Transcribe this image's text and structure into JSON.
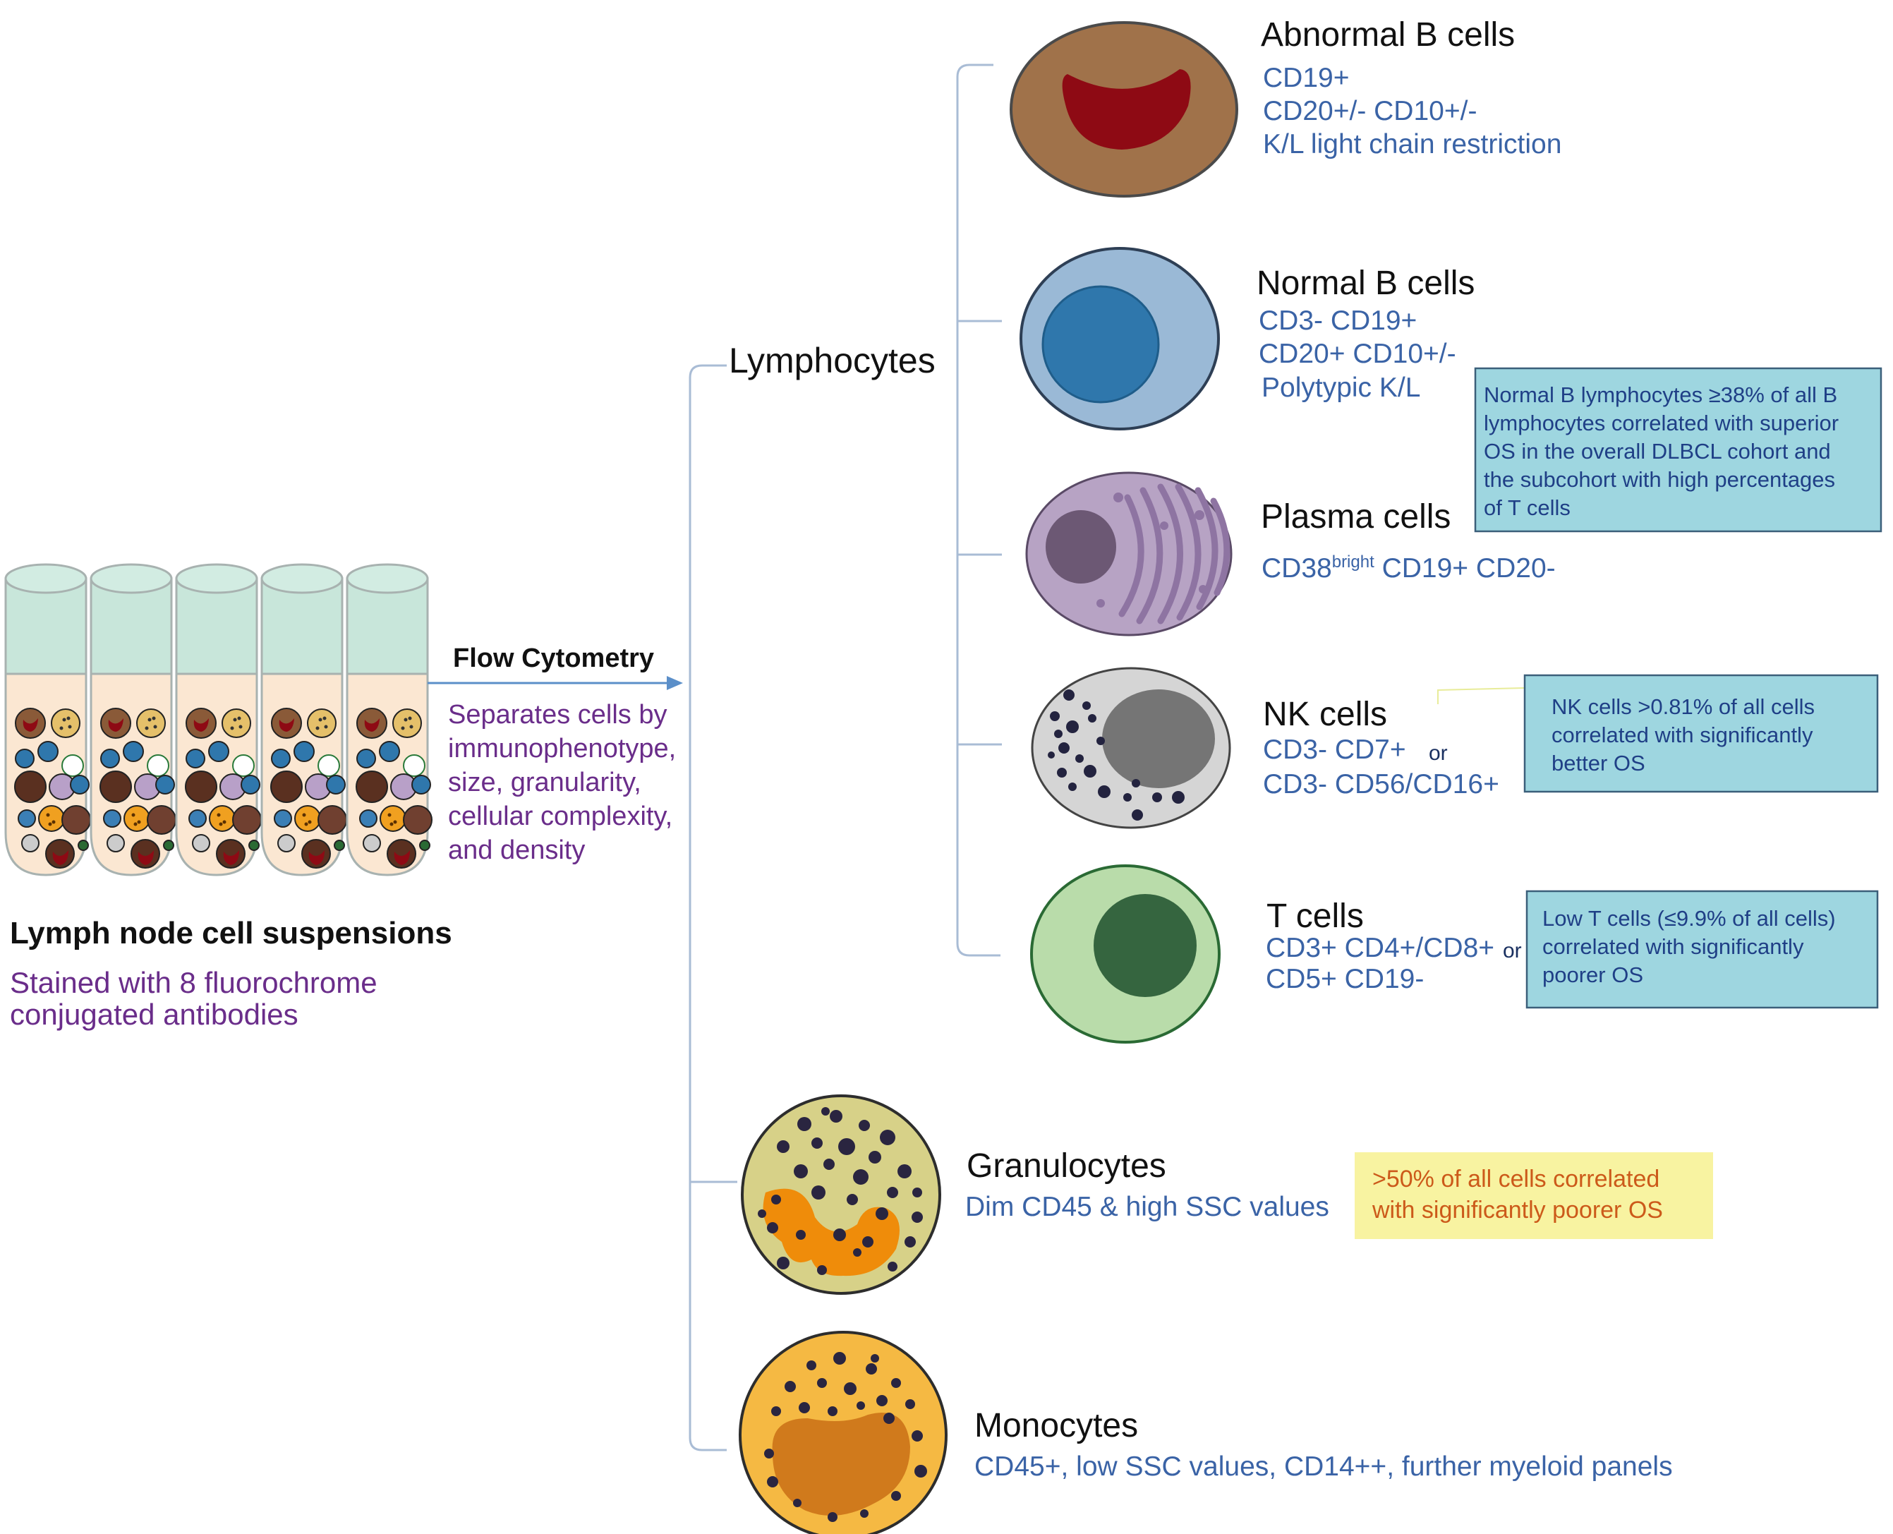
{
  "colors": {
    "bracket": "#a9bcd5",
    "arrow": "#5b8fc9",
    "blue_text": "#3a63a6",
    "purple_text": "#6a2d8a",
    "black_text": "#111111",
    "cyan_box": "#9ed6e0",
    "cyan_box_border": "#3b5f7a",
    "yellow_box": "#f8f3a1",
    "orange_text": "#cc5a1a"
  },
  "left": {
    "title": "Lymph node cell suspensions",
    "subtitle_line1": "Stained with 8 fluorochrome",
    "subtitle_line2": "conjugated antibodies",
    "tubes_icon": "test-tubes-with-cells"
  },
  "arrow": {
    "label": "Flow Cytometry",
    "desc_lines": [
      "Separates cells by",
      "immunophenotype,",
      "size, granularity,",
      "cellular complexity,",
      "and density"
    ]
  },
  "lymphocytes_label": "Lymphocytes",
  "cells": [
    {
      "id": "abnormal-b",
      "title": "Abnormal B cells",
      "icon": "abnormal-b-cell-icon",
      "markers": [
        "CD19+",
        "CD20+/-  CD10+/-",
        "K/L light chain restriction"
      ]
    },
    {
      "id": "normal-b",
      "title": "Normal B cells",
      "icon": "normal-b-cell-icon",
      "markers": [
        "CD3- CD19+",
        "CD20+ CD10+/-",
        "Polytypic K/L"
      ]
    },
    {
      "id": "plasma",
      "title": "Plasma cells",
      "icon": "plasma-cell-icon",
      "marker_main": "CD38",
      "marker_sup": "bright",
      "marker_rest": " CD19+ CD20-"
    },
    {
      "id": "nk",
      "title": "NK cells",
      "icon": "nk-cell-icon",
      "markers": [
        "CD3- CD7+",
        "CD3- CD56/CD16+"
      ],
      "or": "or"
    },
    {
      "id": "t",
      "title": "T cells",
      "icon": "t-cell-icon",
      "markers": [
        "CD3+ CD4+/CD8+",
        "CD5+ CD19-"
      ],
      "or": "or"
    },
    {
      "id": "granulocytes",
      "title": "Granulocytes",
      "icon": "granulocyte-icon",
      "markers": [
        "Dim CD45 & high SSC values"
      ]
    },
    {
      "id": "monocytes",
      "title": "Monocytes",
      "icon": "monocyte-icon",
      "markers": [
        "CD45+, low SSC values, CD14++, further myeloid panels"
      ]
    }
  ],
  "notes": {
    "normal_b": [
      "Normal B lymphocytes ≥38% of all B",
      "lymphocytes correlated with superior",
      "OS in the overall DLBCL cohort and",
      "the subcohort with high percentages",
      "of T cells"
    ],
    "nk": [
      "NK cells >0.81% of all cells",
      "correlated with significantly",
      "better OS"
    ],
    "t": [
      "Low T cells (≤9.9% of all cells)",
      "correlated with significantly",
      "poorer OS"
    ],
    "granulocytes": [
      ">50% of all cells correlated",
      "with significantly poorer OS"
    ]
  }
}
